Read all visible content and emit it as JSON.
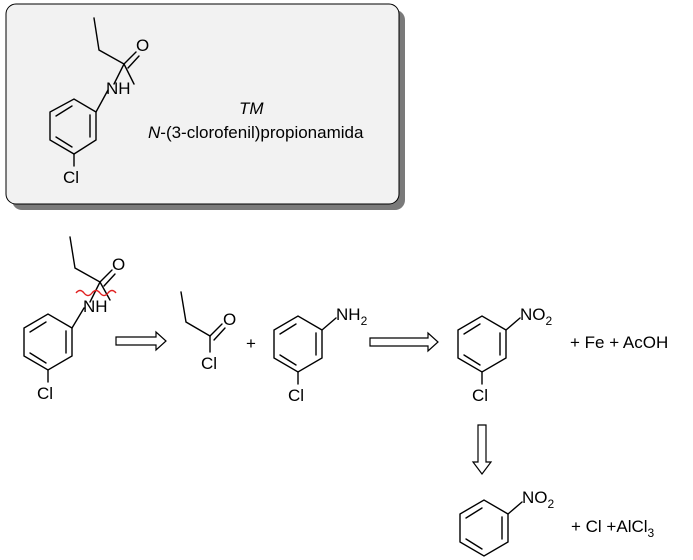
{
  "target_box": {
    "tm_label": "TM",
    "name_prefix": "N",
    "name_rest": "-(3-clorofenil)propionamida",
    "atoms": {
      "O": "O",
      "NH": "NH",
      "Cl": "Cl"
    }
  },
  "retro": {
    "molecule1": {
      "O": "O",
      "NH": "NH",
      "Cl": "Cl"
    },
    "acyl_chloride": {
      "O": "O",
      "Cl": "Cl"
    },
    "plus1": "+",
    "aniline": {
      "NH": "NH",
      "sub": "2",
      "Cl": "Cl"
    },
    "nitro": {
      "NO": "NO",
      "sub": "2",
      "Cl": "Cl"
    },
    "reagents1": "+ Fe + AcOH",
    "nitrobenzene": {
      "NO": "NO",
      "sub": "2"
    },
    "reagents2_prefix": "+ Cl +AlCl",
    "reagents2_sub": "3"
  },
  "colors": {
    "disconnection": "#e02020",
    "box_fill": "#f2f2f2",
    "shadow": "#7a7a7a"
  }
}
